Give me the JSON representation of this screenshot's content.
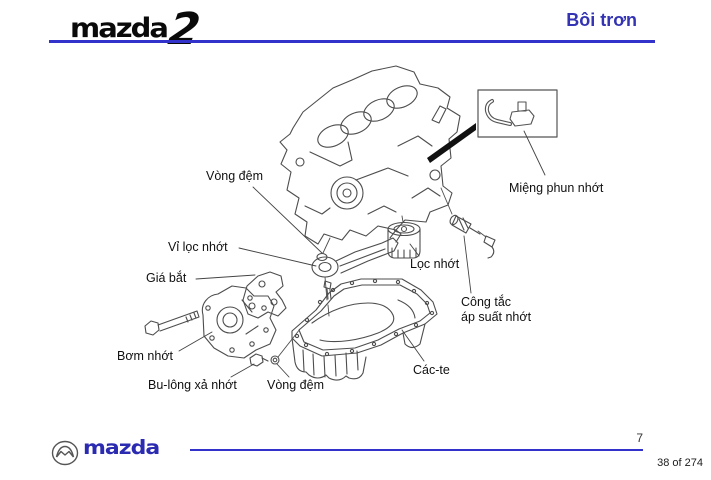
{
  "colors": {
    "accent_blue": "#3333b3",
    "rule_blue": "#3333cc",
    "logo_black": "#0a0a0a",
    "footer_logo_blue": "#2b2bb2",
    "diagram_line_gray": "#4d4d4d",
    "label_text": "#101010"
  },
  "header": {
    "brand": "mazda",
    "brand_number": "2",
    "title": "Bôi trơn"
  },
  "diagram": {
    "labels": {
      "vong_dem_top": "Vòng đệm",
      "mieng_phun_nhot": "Miệng phun nhớt",
      "vi_loc_nhot": "Vỉ lọc nhớt",
      "loc_nhot": "Lọc nhớt",
      "gia_bat": "Giá bắt",
      "cong_tac_line1": "Công tắc",
      "cong_tac_line2": "áp suất nhớt",
      "bom_nhot": "Bơm nhớt",
      "cac_te": "Các-te",
      "bu_long_xa_nhot": "Bu-lông xả nhớt",
      "vong_dem_bottom": "Vòng đệm"
    },
    "part_icons": [
      "engine-block-icon",
      "oil-jet-icon",
      "oil-filter-icon",
      "oil-pressure-switch-icon",
      "oil-strainer-icon",
      "oil-pan-icon",
      "oil-pump-icon",
      "bracket-icon",
      "mount-bolt-icon",
      "drain-bolt-icon",
      "washer-icon",
      "gasket-ring-icon"
    ]
  },
  "footer": {
    "brand": "mazda",
    "page_number": "7",
    "page_indicator": "38 of 274"
  }
}
